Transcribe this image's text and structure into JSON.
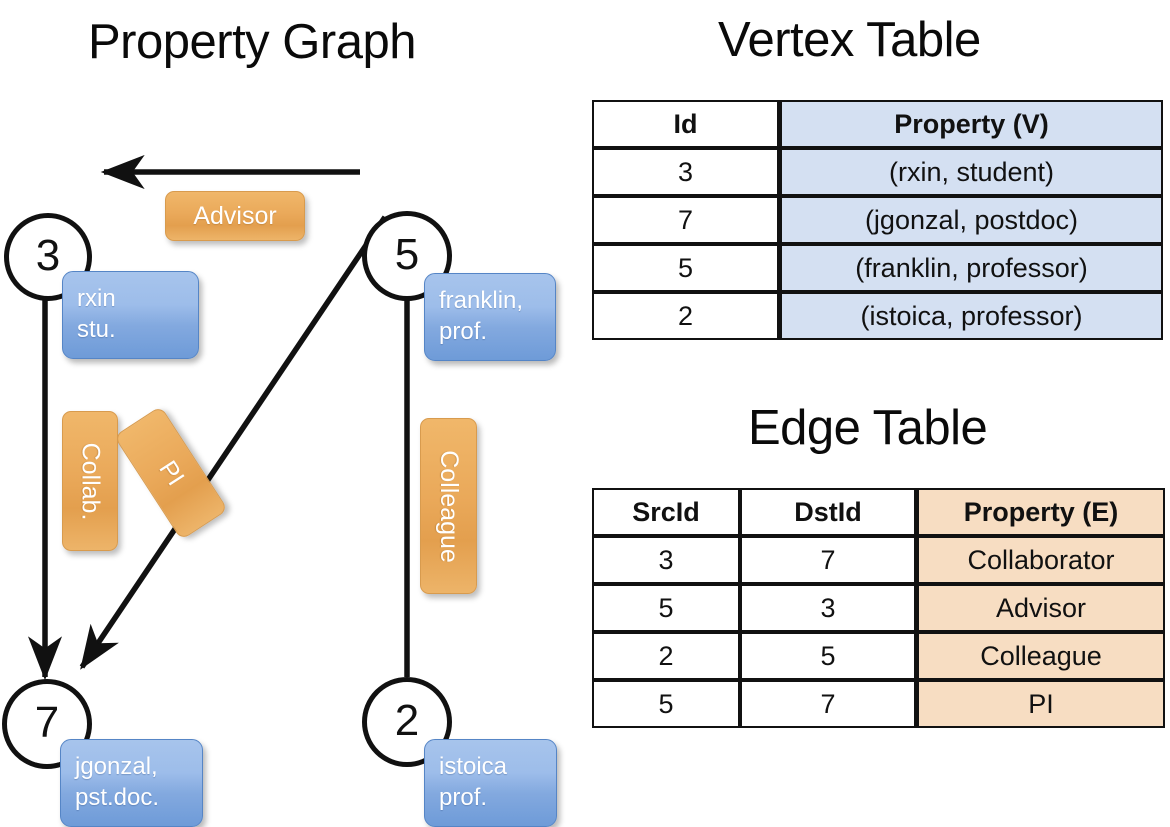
{
  "titles": {
    "property_graph": "Property Graph",
    "vertex_table": "Vertex Table",
    "edge_table": "Edge Table"
  },
  "colors": {
    "vertex_property_fill": "#d4e0f2",
    "edge_property_fill": "#f7ddc2",
    "node_bubble_blue": "#83a9df",
    "edge_chip_orange": "#eaa95a",
    "stroke": "#111111",
    "background": "#ffffff"
  },
  "graph": {
    "nodes": [
      {
        "id": "3",
        "property_lines": [
          "rxin",
          "stu."
        ]
      },
      {
        "id": "5",
        "property_lines": [
          "franklin,",
          "prof."
        ]
      },
      {
        "id": "7",
        "property_lines": [
          "jgonzal,",
          "pst.doc."
        ]
      },
      {
        "id": "2",
        "property_lines": [
          "istoica",
          "prof."
        ]
      }
    ],
    "edge_labels": [
      {
        "name": "advisor-chip",
        "text": "Advisor",
        "orientation": "horizontal"
      },
      {
        "name": "collab-chip",
        "text": "Collab.",
        "orientation": "vertical"
      },
      {
        "name": "pi-chip",
        "text": "PI",
        "orientation": "rotated"
      },
      {
        "name": "colleague-chip",
        "text": "Colleague",
        "orientation": "vertical"
      }
    ],
    "edges": [
      {
        "src": "5",
        "dst": "3",
        "label": "Advisor"
      },
      {
        "src": "3",
        "dst": "7",
        "label": "Collab."
      },
      {
        "src": "5",
        "dst": "7",
        "label": "PI"
      },
      {
        "src": "2",
        "dst": "5",
        "label": "Colleague"
      }
    ]
  },
  "vertex_table": {
    "headers": [
      "Id",
      "Property (V)"
    ],
    "rows": [
      {
        "id": "3",
        "property": "(rxin, student)"
      },
      {
        "id": "7",
        "property": "(jgonzal, postdoc)"
      },
      {
        "id": "5",
        "property": "(franklin, professor)"
      },
      {
        "id": "2",
        "property": "(istoica, professor)"
      }
    ]
  },
  "edge_table": {
    "headers": [
      "SrcId",
      "DstId",
      "Property (E)"
    ],
    "rows": [
      {
        "src": "3",
        "dst": "7",
        "property": "Collaborator"
      },
      {
        "src": "5",
        "dst": "3",
        "property": "Advisor"
      },
      {
        "src": "2",
        "dst": "5",
        "property": "Colleague"
      },
      {
        "src": "5",
        "dst": "7",
        "property": "PI"
      }
    ]
  }
}
